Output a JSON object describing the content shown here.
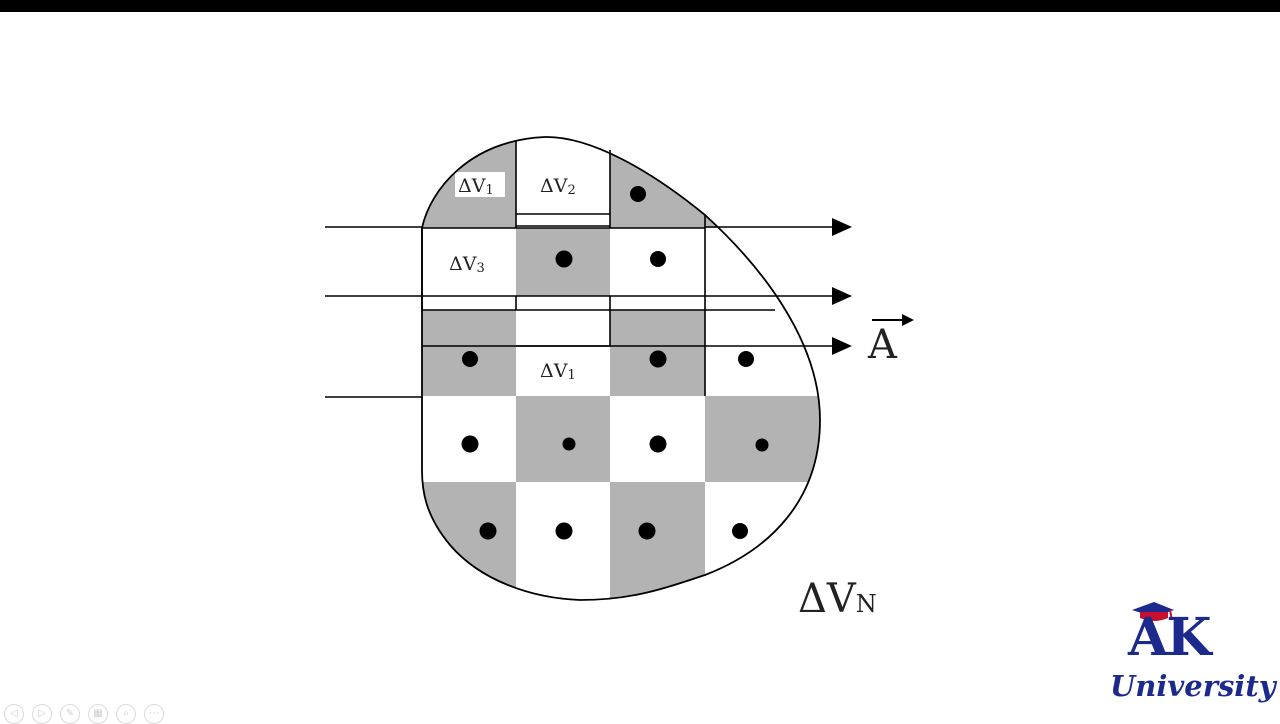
{
  "labels": {
    "cell_v1_top": {
      "main": "ΔV",
      "sub": "1"
    },
    "cell_v2": {
      "main": "ΔV",
      "sub": "2"
    },
    "cell_v3": {
      "main": "ΔV",
      "sub": "3"
    },
    "cell_v1_mid": {
      "main": "ΔV",
      "sub": "1"
    },
    "vector_a": "A",
    "delta_vn": {
      "main": "ΔV",
      "sub": "N"
    }
  },
  "logo": {
    "brand": "AK",
    "subtitle": "University"
  },
  "colors": {
    "shade": "#b3b3b3",
    "outline": "#000000",
    "logo_blue": "#1b2a8c",
    "logo_red": "#c8102e"
  },
  "icons": [
    "prev-icon",
    "next-icon",
    "pen-icon",
    "slides-icon",
    "zoom-icon",
    "more-icon"
  ]
}
